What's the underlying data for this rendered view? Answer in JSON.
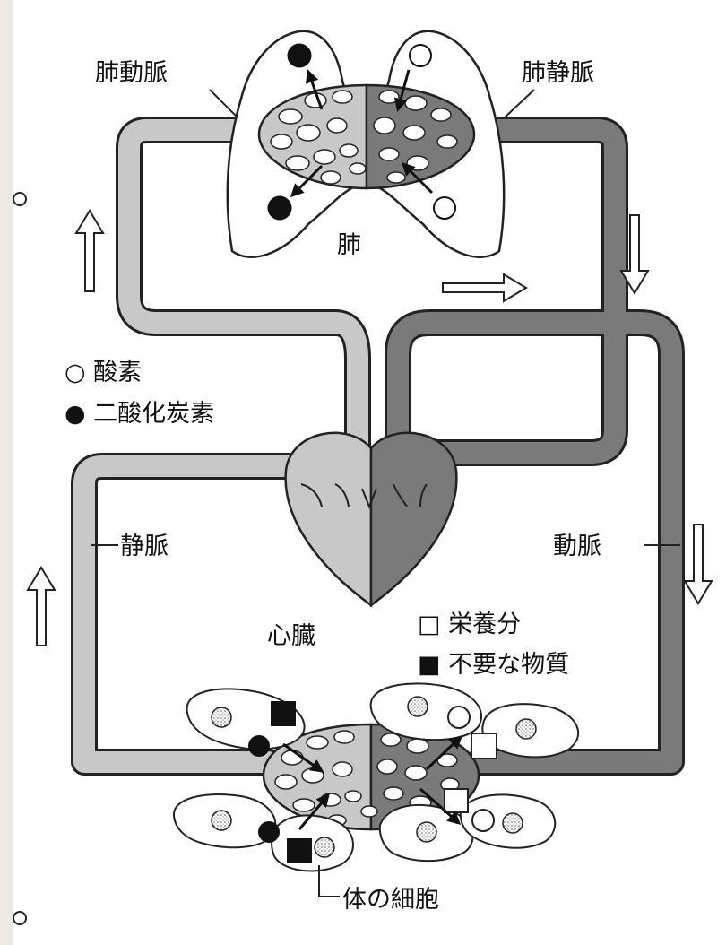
{
  "labels": {
    "pulmonary_artery": "肺動脈",
    "pulmonary_vein": "肺静脈",
    "lung": "肺",
    "heart": "心臓",
    "vein": "静脈",
    "artery": "動脈",
    "body_cells": "体の細胞"
  },
  "legend": {
    "oxygen": "○ 酸素",
    "carbon_dioxide": "● 二酸化炭素",
    "nutrients": "□ 栄養分",
    "waste": "■ 不要な物質"
  },
  "colors": {
    "deoxygenated_blood": "#c8c8c8",
    "oxygenated_blood": "#7a7a7a",
    "outline": "#222222",
    "background": "#ffffff",
    "page_edge": "#ecebe3"
  }
}
